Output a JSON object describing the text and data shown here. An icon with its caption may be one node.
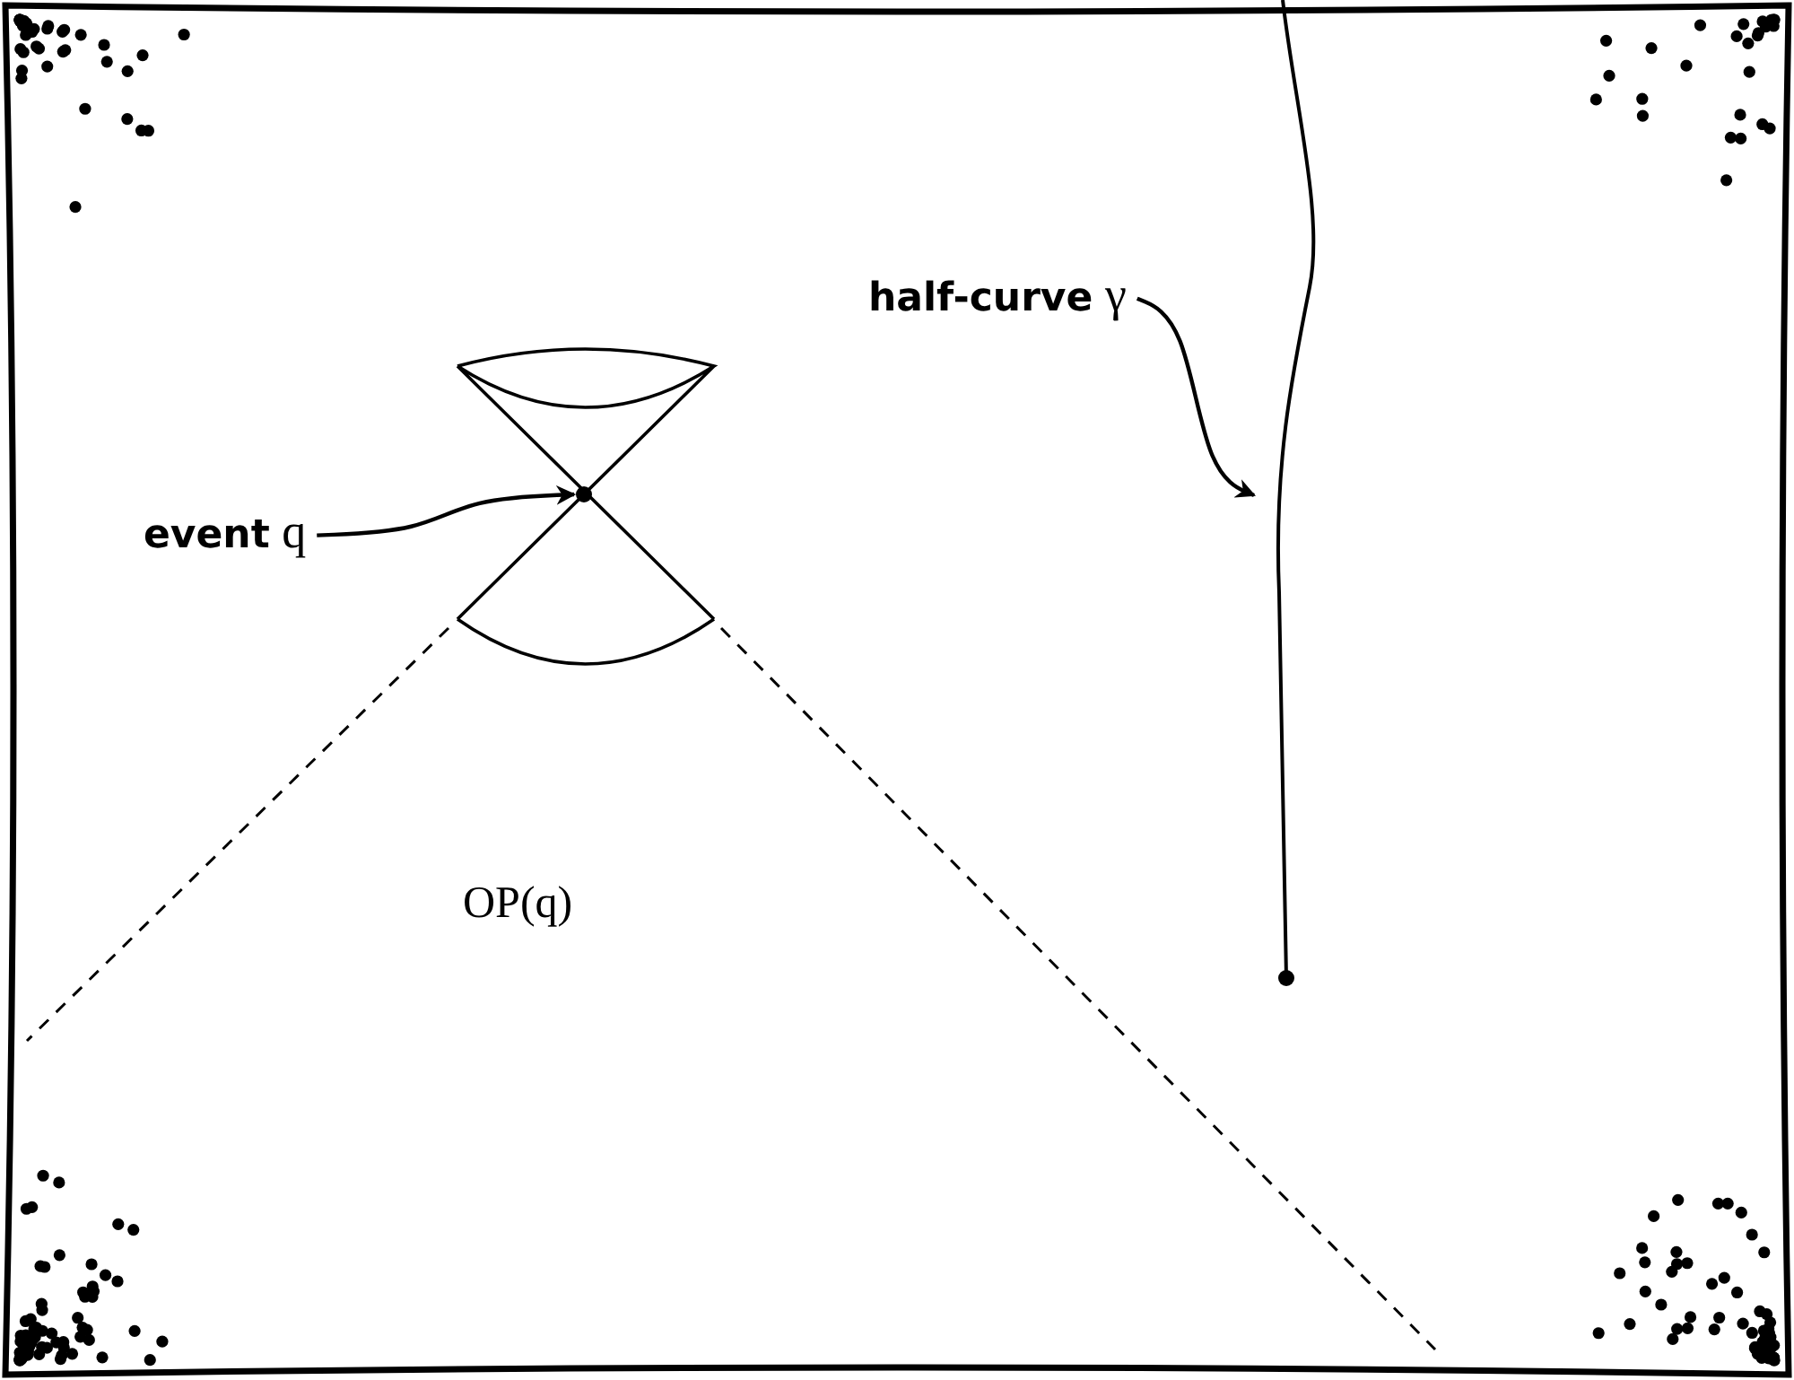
{
  "diagram": {
    "nodes": [
      {
        "text": [
          "**half-curve** γ"
        ]
      },
      {
        "text": [
          "**event** q"
        ]
      },
      {
        "text": [],
        "shape": "circle"
      },
      {
        "text": [],
        "shape": "curve"
      }
    ],
    "edges": [
      {
        "from": 0,
        "to": 3,
        "arrow": "to"
      },
      {
        "from": 1,
        "to": 2,
        "arrow": "to"
      }
    ],
    "labels": [
      "OP(q)"
    ]
  }
}
